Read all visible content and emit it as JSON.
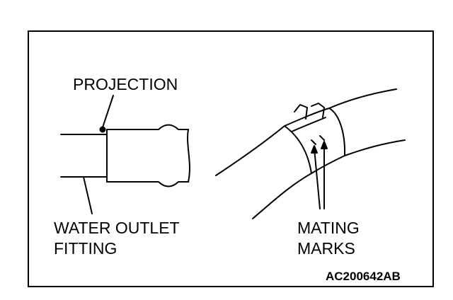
{
  "labels": {
    "projection": "PROJECTION",
    "water_outlet_line1": "WATER OUTLET",
    "water_outlet_line2": "FITTING",
    "mating_line1": "MATING",
    "mating_line2": "MARKS"
  },
  "figure_code": "AC200642AB",
  "colors": {
    "ink": "#000000",
    "background": "#ffffff"
  }
}
